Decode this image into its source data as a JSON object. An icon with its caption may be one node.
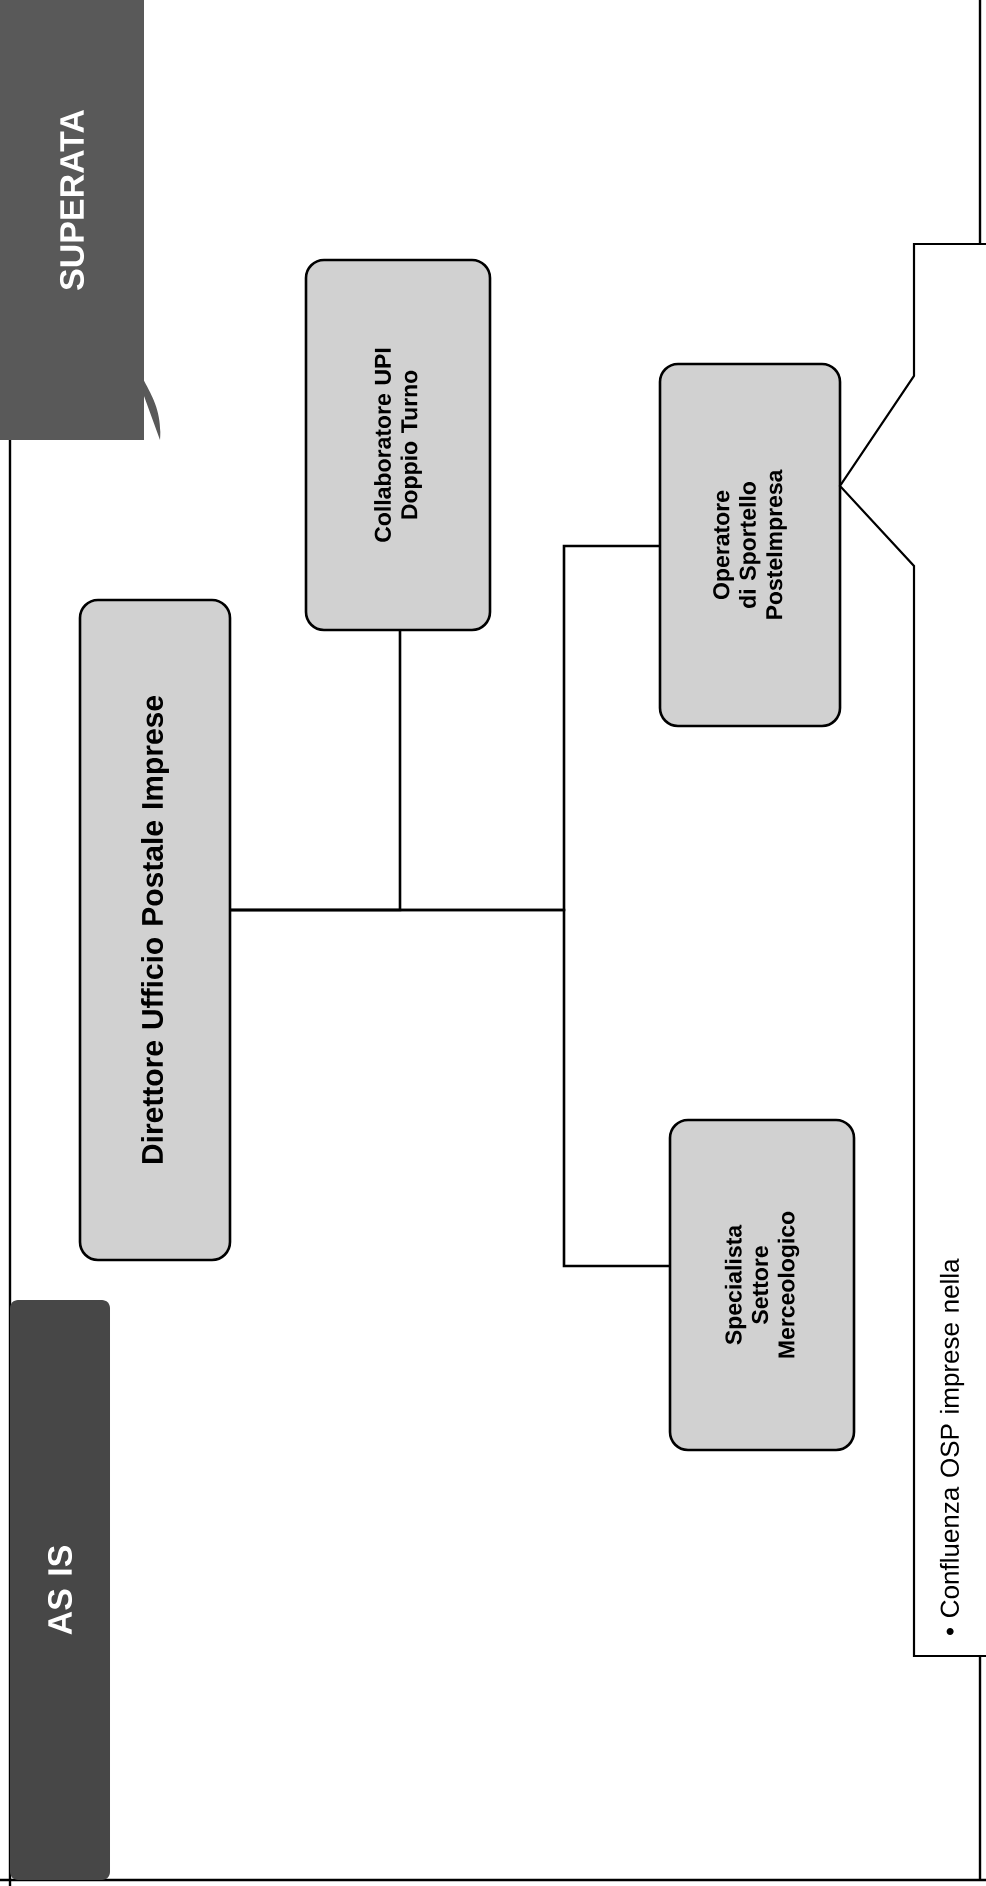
{
  "diagram": {
    "nodes": [
      {
        "text": [
          "AS IS"
        ]
      },
      {
        "text": [
          "SUPERATA"
        ]
      },
      {
        "text": [
          "Direttore Ufficio Postale Imprese"
        ]
      },
      {
        "text": [
          "Specialista Settore Merceologico"
        ]
      },
      {
        "text": [
          "Collaboratore UPI Doppio Turno"
        ]
      },
      {
        "text": [
          "Operatore di Sportello PosteImpresa"
        ]
      },
      {
        "text": [
          "• Confluenza OSP imprese nella"
        ]
      }
    ],
    "edges": [
      {
        "from": 2,
        "to": 4,
        "arrow": "none"
      },
      {
        "from": 2,
        "to": 5,
        "arrow": "none"
      },
      {
        "from": 2,
        "to": 3,
        "arrow": "none"
      }
    ]
  }
}
